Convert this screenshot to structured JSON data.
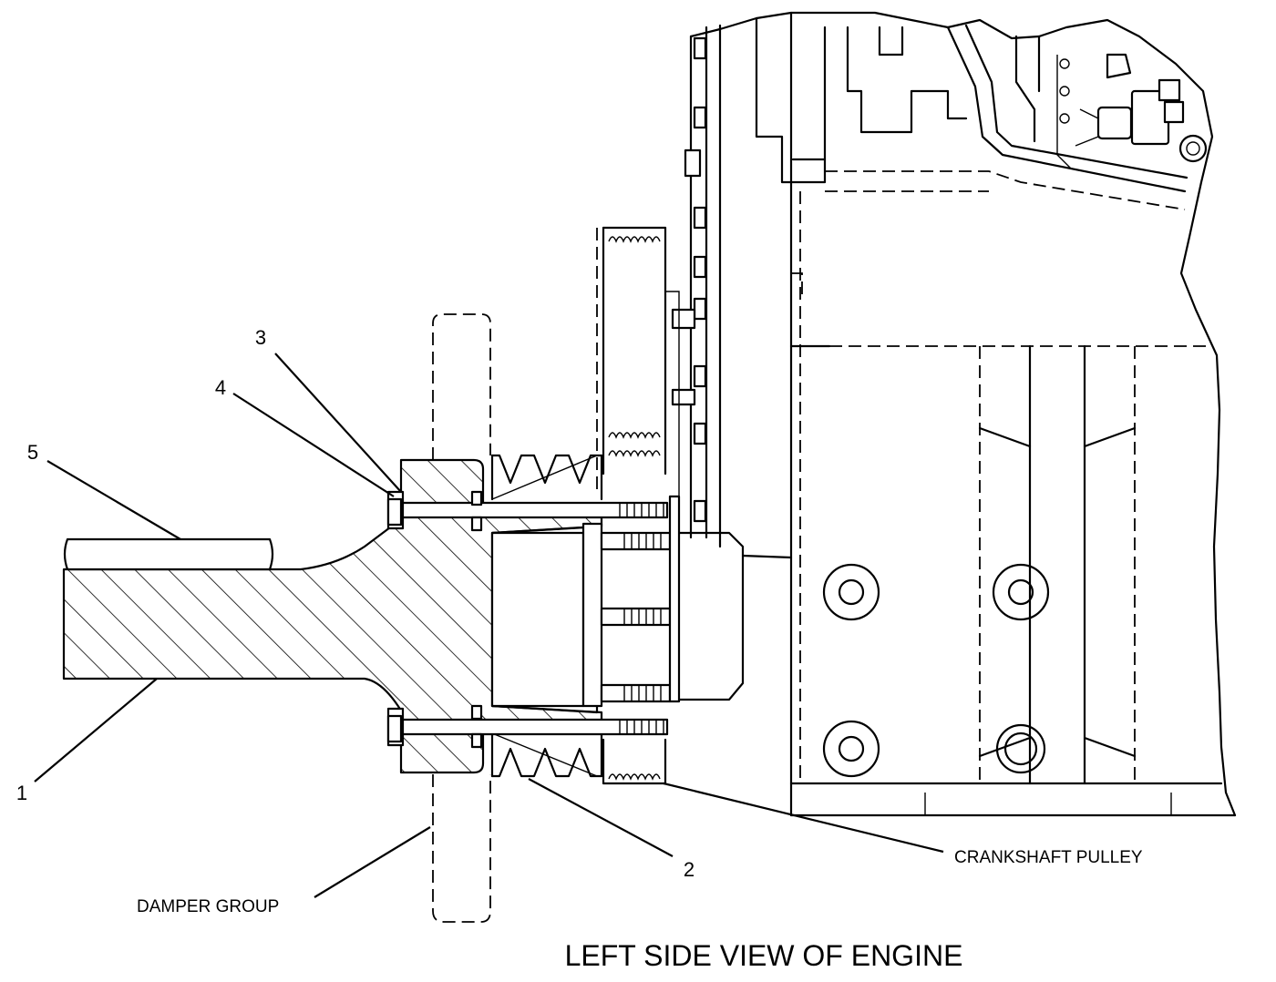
{
  "figure": {
    "title": "LEFT SIDE VIEW OF ENGINE",
    "callouts": {
      "c1": "1",
      "c2": "2",
      "c3": "3",
      "c4": "4",
      "c5": "5",
      "damper_group": "DAMPER GROUP",
      "crankshaft_pulley": "CRANKSHAFT PULLEY"
    }
  }
}
